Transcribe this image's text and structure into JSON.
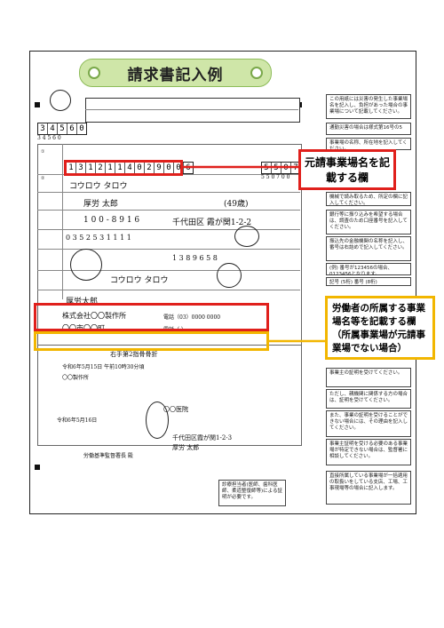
{
  "page": {
    "title": "請求書記入例"
  },
  "form": {
    "office_code": "3 4 5 6 0",
    "workplace_number": [
      "1",
      "3",
      "1",
      "2",
      "1",
      "1",
      "4",
      "0",
      "2",
      "9",
      "0",
      "0",
      "6"
    ],
    "workplace_name": "コウロウ タロウ",
    "birth_number": "5 5 0 7 0 0",
    "name_label": "厚労 太郎",
    "age": "(49歳)",
    "postal_code": "1 0 0 - 8 9 1 6",
    "address": "千代田区 霞が関1-2-2",
    "phone": "0 3 5 2 5 3 1 1 1 1",
    "bank_code": "1 3 8 9 6 5 8",
    "account_holder": "コウロウ タロウ",
    "holder_kanji": "厚労太郎",
    "company_name": "株式会社〇〇製作所",
    "company_tel": "電話（03）0000 0000",
    "company_address": "〇〇市〇〇町",
    "company_tel2": "電話（ ）   ",
    "injury_name": "右手第2指骨骨折",
    "injury_date": "令和6年5月15日 午前10時30分頃",
    "place": "〇〇製作所",
    "reward": "令和6年5月16日",
    "doctor_name": "〇〇医院",
    "doctor_address": "千代田区霞が関1-2-3",
    "signature_label": "厚労 太郎",
    "director": "労働基準監督署長 殿",
    "footer_note": "診療担当者(医師、歯科医師、柔道整復師等)による証明が必要です。"
  },
  "notes": [
    "この用紙には災害の発生した事業場名を記入し、負担があった場合の事業場について記載してください。",
    "通勤災害の場合は様式第16号の5",
    "事業場の名称、所在地を記入してください。",
    "機械で読み取るため、所定の欄に記入してください。",
    "銀行等に振り込みを希望する場合は、調査のため口座番号を記入してください。",
    "振込先の金融機関の名称を記入し、番号は右詰めで記入してください。",
    "(例) 番号が123456の場合、0123456となります。",
    "記号 (5桁)  番号 (8桁)",
    "事業主の証明を受けてください。",
    "ただし、親機関に関係する方の場合は、証明を受けてください。",
    "また、事業の証明を受けることができない場合には、その理由を記入してください。",
    "事業主証明を受ける必要のある事業場が特定できない場合は、監督署に相談してください。",
    "直接所属している事業場が一括適用の取扱いをしている支店、工場、工事現場等の場合に記入します。"
  ],
  "callouts": {
    "red": "元請事業場名を記載する欄",
    "yellow": "労働者の所属する事業場名等を記載する欄（所属事業場が元請事業場でない場合）"
  },
  "colors": {
    "red": "#e0201c",
    "yellow": "#f2b600",
    "banner": "#cfe6a8"
  }
}
